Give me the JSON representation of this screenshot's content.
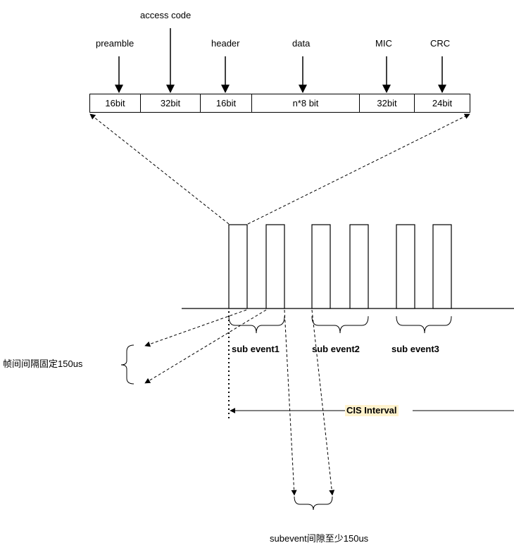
{
  "fields": [
    {
      "name": "preamble",
      "bits": "16bit"
    },
    {
      "name": "access code",
      "bits": "32bit"
    },
    {
      "name": "header",
      "bits": "16bit"
    },
    {
      "name": "data",
      "bits": "n*8 bit"
    },
    {
      "name": "MIC",
      "bits": "32bit"
    },
    {
      "name": "CRC",
      "bits": "24bit"
    }
  ],
  "subevents": [
    "sub event1",
    "sub event2",
    "sub event3"
  ],
  "labels": {
    "frame_gap": "帧间间隔固定150us",
    "cis_interval": "CIS Interval",
    "subevent_gap": "subevent间隙至少150us"
  }
}
